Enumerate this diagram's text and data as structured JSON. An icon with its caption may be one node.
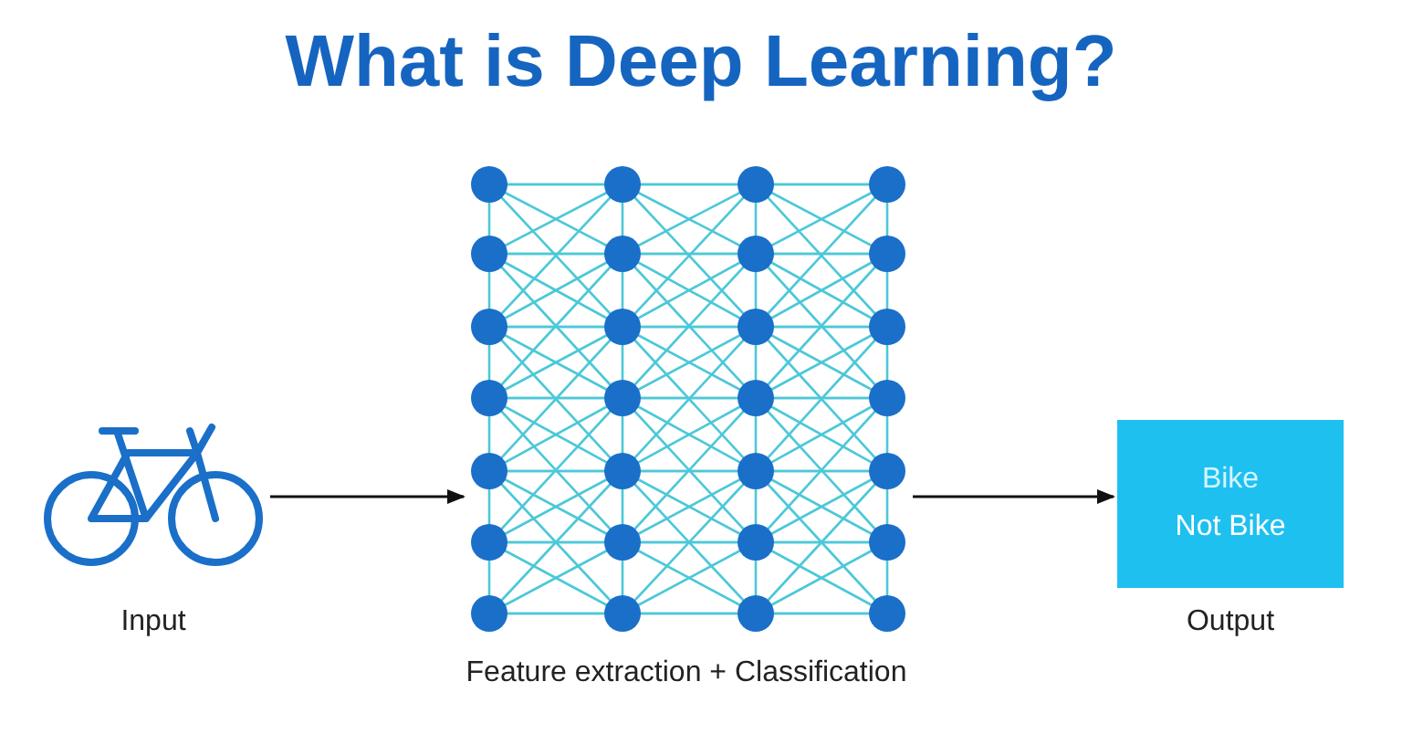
{
  "diagram": {
    "title": "What is Deep Learning?",
    "nodes": [
      {
        "text": [],
        "shape": "picture",
        "beside": [
          "Input"
        ]
      },
      {
        "text": [],
        "shape": "picture",
        "beside": [
          "Feature extraction + Classification"
        ]
      },
      {
        "text": [
          "Bike",
          "Not Bike"
        ],
        "beside": [
          "Output"
        ]
      }
    ],
    "edges": [
      {
        "from": 0,
        "to": 1,
        "arrow": "to"
      },
      {
        "from": 1,
        "to": 2,
        "arrow": "to"
      }
    ]
  }
}
